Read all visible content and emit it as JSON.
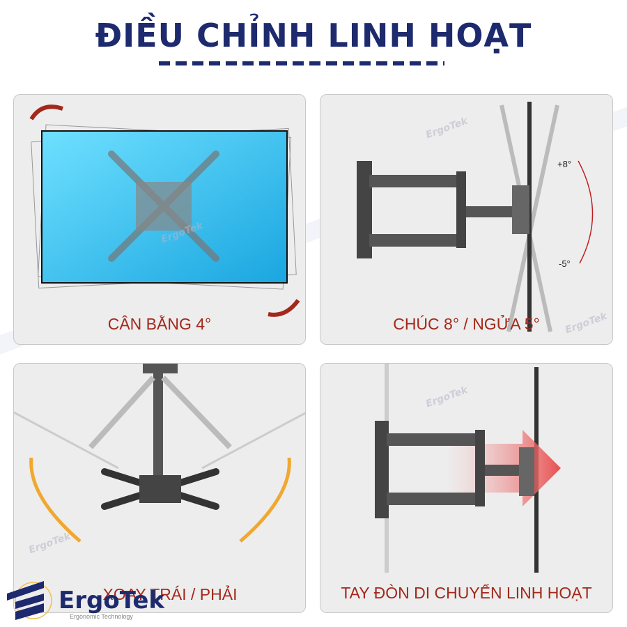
{
  "title": "ĐIỀU CHỈNH LINH HOẠT",
  "panels": [
    {
      "caption": "CÂN BẰNG 4°"
    },
    {
      "caption": "CHÚC 8° / NGỬA 5°",
      "tilt_up": "+8°",
      "tilt_down": "-5°"
    },
    {
      "caption": "XOAY TRÁI / PHẢI"
    },
    {
      "caption": "TAY ĐÒN DI CHUYỂN LINH HOẠT"
    }
  ],
  "watermark": "ErgoTek",
  "logo": {
    "name": "ErgoTek",
    "tagline": "Ergonomic Technology"
  },
  "colors": {
    "title": "#1e2a6e",
    "caption": "#a3281b",
    "arrow": "#f0a830"
  }
}
